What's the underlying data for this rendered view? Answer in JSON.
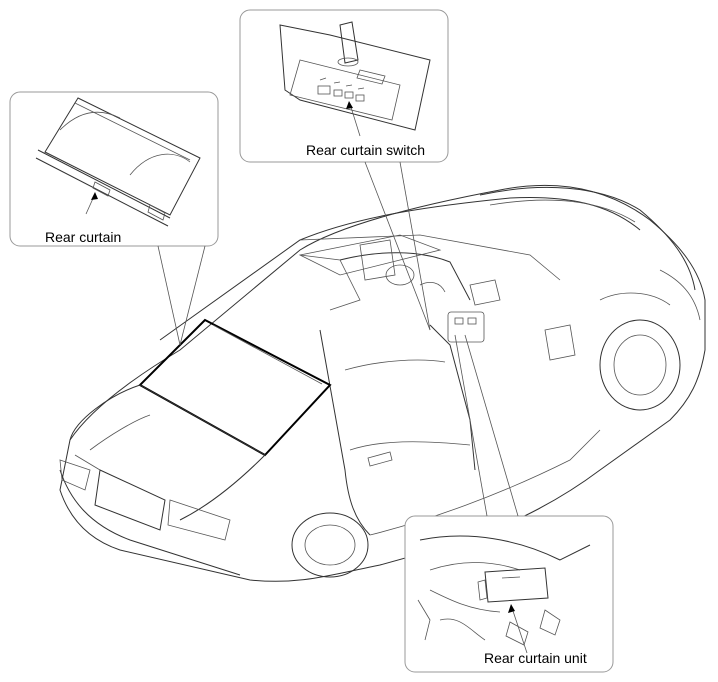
{
  "callouts": {
    "rear_curtain": "Rear curtain",
    "rear_curtain_switch": "Rear curtain switch",
    "rear_curtain_unit": "Rear curtain unit"
  }
}
